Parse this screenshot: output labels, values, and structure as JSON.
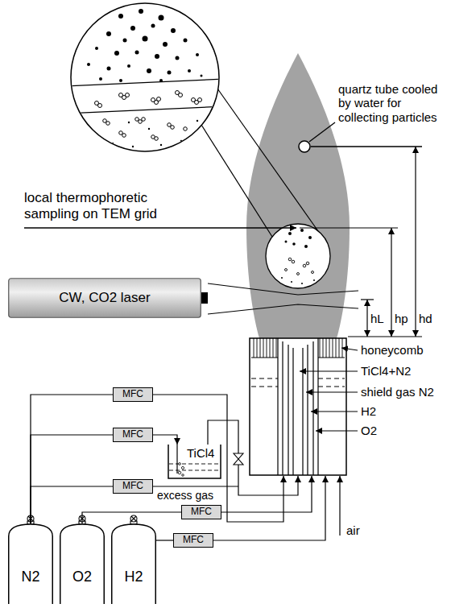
{
  "diagram": {
    "nodes": [
      {
        "text": [
          "CW, CO2 laser"
        ]
      },
      {
        "text": [
          "MFC"
        ]
      },
      {
        "text": [
          "MFC"
        ]
      },
      {
        "text": [
          "TiCl4"
        ]
      },
      {
        "text": [
          "MFC"
        ]
      },
      {
        "text": [
          "MFC"
        ]
      },
      {
        "text": [
          "MFC"
        ]
      },
      {
        "text": [
          "N2"
        ]
      },
      {
        "text": [
          "O2"
        ]
      },
      {
        "text": [
          "H2"
        ]
      }
    ],
    "edges": [
      {
        "from": 7,
        "to": 1,
        "arrow": "none"
      },
      {
        "from": 7,
        "to": 2,
        "arrow": "none"
      },
      {
        "from": 7,
        "to": 4,
        "arrow": "none"
      },
      {
        "from": 2,
        "to": 3,
        "arrow": "to"
      },
      {
        "from": 8,
        "to": 5,
        "arrow": "none"
      },
      {
        "from": 9,
        "to": 6,
        "arrow": "none"
      }
    ],
    "labels": [
      "quartz tube cooled by water for collecting particles",
      "local thermophoretic sampling on TEM grid",
      "hL",
      "hp",
      "hd",
      "honeycomb",
      "TiCl4+N2",
      "shield gas N2",
      "H2",
      "O2",
      "excess gas",
      "air"
    ]
  }
}
